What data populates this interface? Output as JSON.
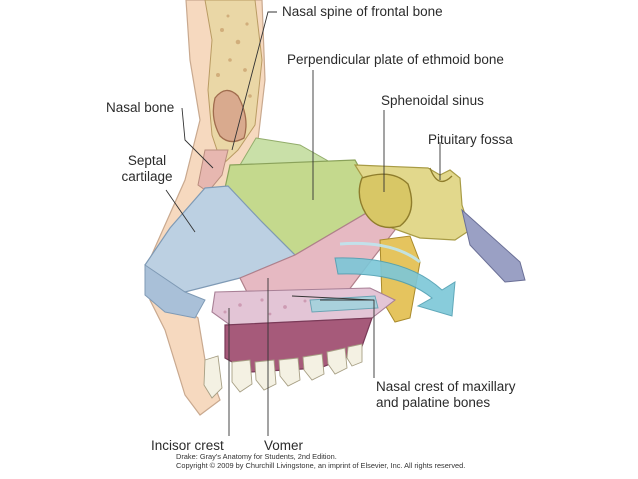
{
  "labels": {
    "nasal_spine": "Nasal spine of frontal bone",
    "perpendicular_plate": "Perpendicular plate of ethmoid bone",
    "nasal_bone": "Nasal bone",
    "sphenoidal_sinus": "Sphenoidal sinus",
    "pituitary_fossa": "Pituitary fossa",
    "septal_cartilage_line1": "Septal",
    "septal_cartilage_line2": "cartilage",
    "nasal_crest_line1": "Nasal crest of maxillary",
    "nasal_crest_line2": "and palatine bones",
    "incisor_crest": "Incisor crest",
    "vomer": "Vomer"
  },
  "credits": {
    "source": "Drake: Gray's Anatomy for Students, 2nd Edition.",
    "copyright": "Copyright © 2009 by Churchill Livingstone, an imprint of Elsevier, Inc. All rights reserved."
  },
  "colors": {
    "skin": "#f6d9bf",
    "skin_outline": "#c9a98f",
    "bone": "#ead7a6",
    "ethmoid_plate": "#c4d98d",
    "septal_cartilage": "#bcd0e2",
    "vomer": "#e6b9c2",
    "palate": "#e3c5d6",
    "sphenoid": "#e2d88c",
    "sinus": "#d8c766",
    "clivus": "#9aa0c4",
    "mouth": "#a65a7a",
    "airflow": "#7cc7d8"
  }
}
